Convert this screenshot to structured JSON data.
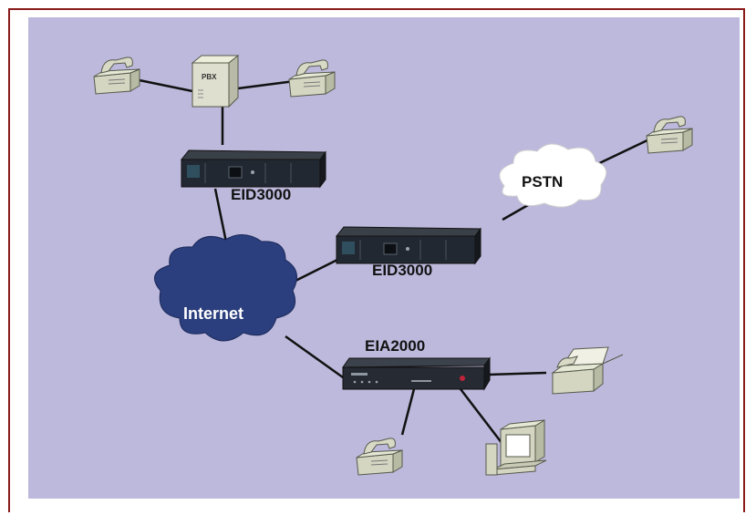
{
  "colors": {
    "frame": "#8b1a1a",
    "background": "#bdb9dc",
    "internet_cloud": "#2b3e7d",
    "pstn_cloud": "#ffffff",
    "device_dark": "#222831",
    "phone_beige": "#d4d6c2",
    "line": "#111111"
  },
  "nodes": {
    "pbx": {
      "label": "PBX",
      "icon": "pbx-cabinet-icon"
    },
    "eid_top": {
      "label": "EID3000",
      "icon": "rack-gateway-icon"
    },
    "eid_mid": {
      "label": "EID3000",
      "icon": "rack-gateway-icon"
    },
    "pstn": {
      "label": "PSTN",
      "icon": "cloud-icon"
    },
    "internet": {
      "label": "Internet",
      "icon": "cloud-icon"
    },
    "eia": {
      "label": "EIA2000",
      "icon": "desktop-gateway-icon"
    },
    "phones": [
      "telephone-icon",
      "telephone-icon",
      "telephone-icon",
      "telephone-icon"
    ],
    "fax": {
      "icon": "fax-machine-icon"
    },
    "computer": {
      "icon": "computer-icon"
    }
  }
}
